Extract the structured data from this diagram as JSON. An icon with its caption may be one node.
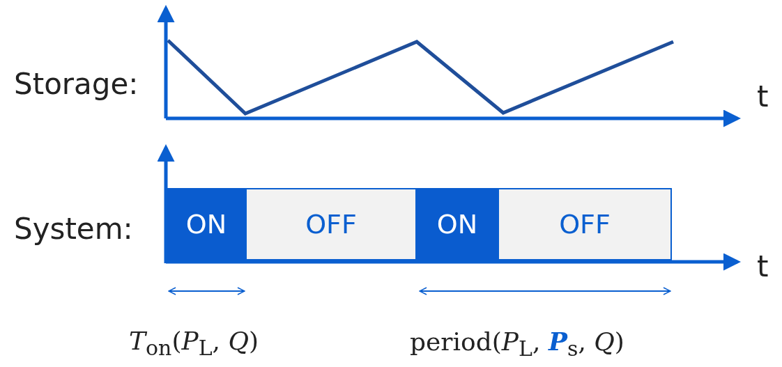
{
  "diagram": {
    "nodes": [
      {
        "text": [
          "ON"
        ]
      },
      {
        "text": [
          "OFF"
        ]
      },
      {
        "text": [
          "ON"
        ]
      },
      {
        "text": [
          "OFF"
        ]
      }
    ],
    "labels": [
      "Storage:",
      "t",
      "System:",
      "t",
      "*T*$_{on}$(*P*$_{L}$, *Q*)",
      "period(*P*$_{L}$, **P**$_{s}$, *Q*)"
    ]
  }
}
